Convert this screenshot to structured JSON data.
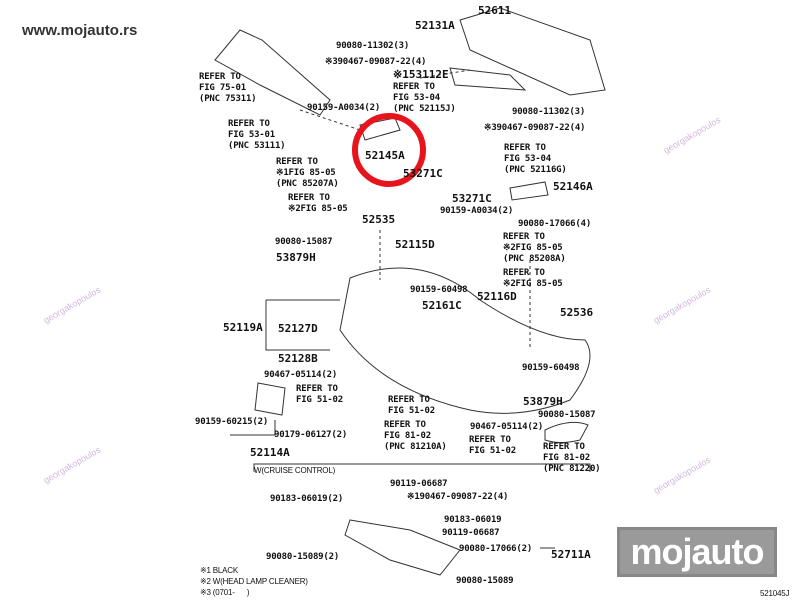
{
  "site": {
    "url": "www.mojauto.rs",
    "logo_text": "mojauto"
  },
  "watermark": "georgakopoulos",
  "labels": [
    "52611",
    "52131A",
    "90080-11302(3)",
    "※390467-09087-22(4)",
    "※153112E",
    "REFER TO\nFIG 53-04\n(PNC 52115J)",
    "REFER TO\nFIG 75-01\n(PNC 75311)",
    "REFER TO\nFIG 53-01\n(PNC 53111)",
    "90159-A0034(2)",
    "90080-11302(3)",
    "※390467-09087-22(4)",
    "52145A",
    "53271C",
    "REFER TO\n※1FIG 85-05\n(PNC 85207A)",
    "REFER TO\nFIG 53-04\n(PNC 52116G)",
    "52146A",
    "REFER TO\n※2FIG 85-05",
    "53271C",
    "90159-A0034(2)",
    "52535",
    "90080-17066(4)",
    "90080-15087",
    "52115D",
    "REFER TO\n※2FIG 85-05\n(PNC 85208A)",
    "53879H",
    "REFER TO\n※2FIG 85-05",
    "90159-60498",
    "52116D",
    "52161C",
    "52536",
    "52119A",
    "52127D",
    "52128B",
    "90159-60498",
    "90467-05114(2)",
    "REFER TO\nFIG 51-02",
    "REFER TO\nFIG 51-02",
    "53879H",
    "90080-15087",
    "90159-60215(2)",
    "90179-06127(2)",
    "REFER TO\nFIG 81-02\n(PNC 81210A)",
    "90467-05114(2)",
    "REFER TO\nFIG 51-02",
    "REFER TO\nFIG 81-02\n(PNC 81220)",
    "52114A",
    "W(CRUISE CONTROL)",
    "90119-06687",
    "90183-06019(2)",
    "※190467-09087-22(4)",
    "90183-06019",
    "90119-06687",
    "90080-17066(2)",
    "52711A",
    "90080-15089(2)",
    "90080-15089"
  ],
  "notes": [
    "※1 BLACK",
    "※2 W(HEAD LAMP CLEANER)",
    "※3 (0701-      )"
  ],
  "figure_code": "521045J",
  "highlight": {
    "part": "52145A",
    "color": "#e8141b"
  }
}
